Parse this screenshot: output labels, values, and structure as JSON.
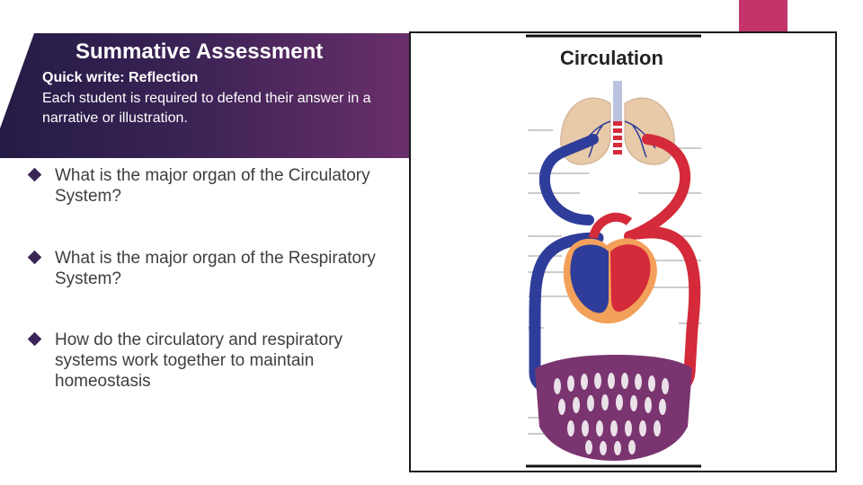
{
  "slide": {
    "title": "Summative Assessment",
    "subtitle": "Quick write: Reflection",
    "instructions": "Each student is required to defend their answer in a narrative or illustration."
  },
  "questions": [
    {
      "text": "What is the major organ of the Circulatory System?"
    },
    {
      "text": "What is the major organ of the Respiratory System?"
    },
    {
      "text": "How do the circulatory and respiratory systems work together to maintain homeostasis"
    }
  ],
  "figure": {
    "title": "Circulation",
    "colors": {
      "oxygenated": "#d42a3a",
      "deoxygenated": "#2f3d9a",
      "lungs": "#e8c9a8",
      "heart_wall": "#f2a05a",
      "accent": "#c3356a"
    }
  }
}
